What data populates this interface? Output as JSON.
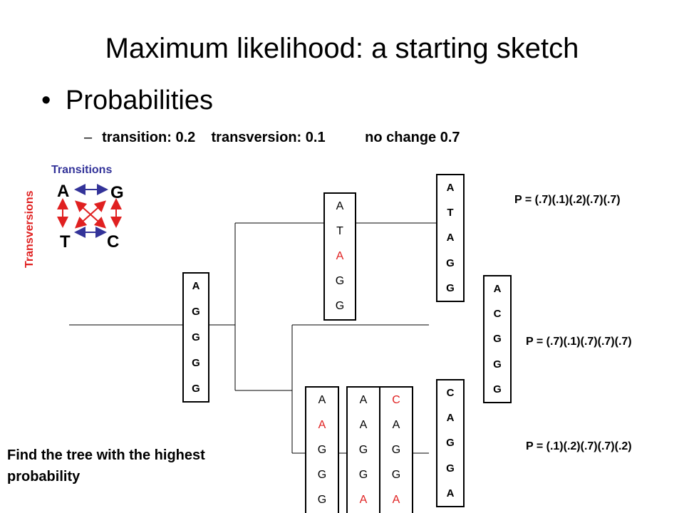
{
  "title": "Maximum likelihood: a starting sketch",
  "bullet": "Probabilities",
  "subline": {
    "dash": "–",
    "transition": "transition: 0.2",
    "transversion": "transversion: 0.1",
    "no_change": "no change 0.7"
  },
  "inset": {
    "transitions_label": "Transitions",
    "transversions_label": "Transversions",
    "nodes": {
      "a": "A",
      "g": "G",
      "t": "T",
      "c": "C"
    }
  },
  "boxes": {
    "root": [
      "A",
      "G",
      "G",
      "G",
      "G"
    ],
    "upper_ancestor": [
      "A",
      "T",
      "A",
      "G",
      "G"
    ],
    "top_leaf": [
      "A",
      "T",
      "A",
      "G",
      "G"
    ],
    "middle_leaf": [
      "A",
      "C",
      "G",
      "G",
      "G"
    ],
    "bottom_leaf": [
      "C",
      "A",
      "G",
      "G",
      "A"
    ],
    "lower_a": [
      "A",
      "A",
      "G",
      "G",
      "G"
    ],
    "lower_b": [
      "A",
      "A",
      "G",
      "G",
      "A"
    ],
    "lower_c": [
      "C",
      "A",
      "G",
      "G",
      "A"
    ]
  },
  "probabilities": {
    "p1": "P = (.7)(.1)(.2)(.7)(.7)",
    "p2": "P = (.7)(.1)(.7)(.7)(.7)",
    "p3": "P = (.1)(.2)(.7)(.7)(.2)"
  },
  "caption": "Find the tree with the highest probability",
  "colors": {
    "transition": "#333399",
    "transversion": "#e02020",
    "changed_base": "#e02020"
  }
}
